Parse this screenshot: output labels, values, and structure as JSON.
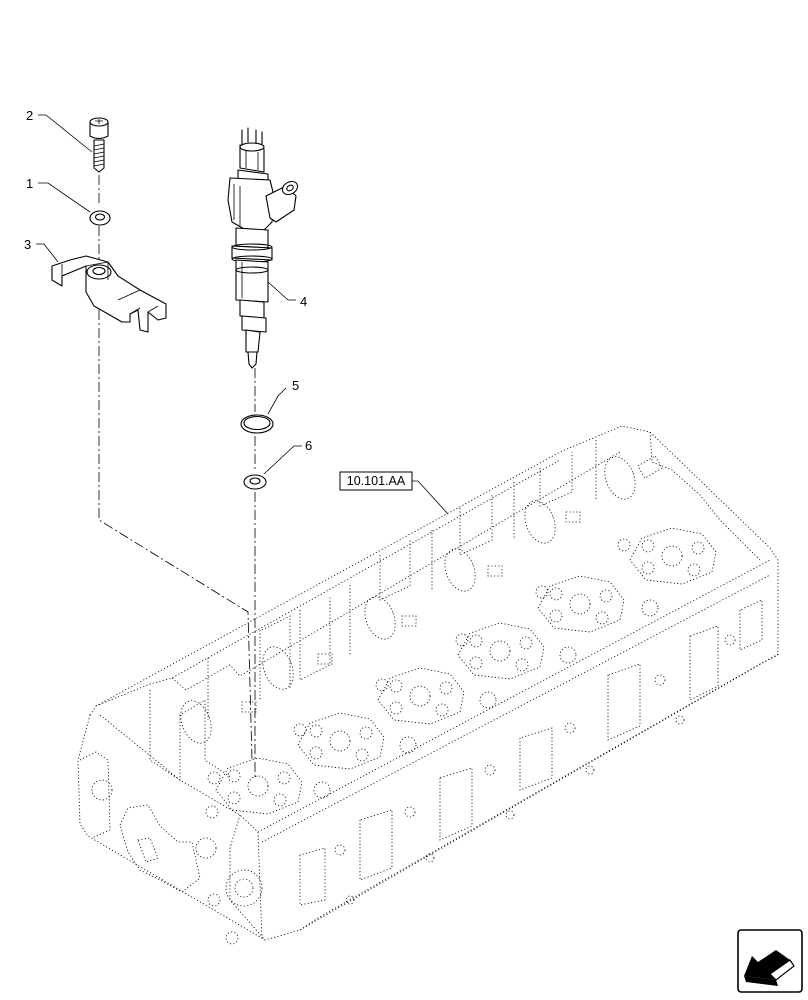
{
  "callouts": [
    {
      "id": "2",
      "text": "2",
      "part": "cap screw"
    },
    {
      "id": "1",
      "text": "1",
      "part": "washer"
    },
    {
      "id": "3",
      "text": "3",
      "part": "injector clamp"
    },
    {
      "id": "4",
      "text": "4",
      "part": "fuel injector"
    },
    {
      "id": "5",
      "text": "5",
      "part": "o-ring"
    },
    {
      "id": "6",
      "text": "6",
      "part": "sealing washer"
    }
  ],
  "reference": {
    "text": "10.101.AA"
  },
  "icons": {
    "nav": "arrow-view-icon"
  }
}
